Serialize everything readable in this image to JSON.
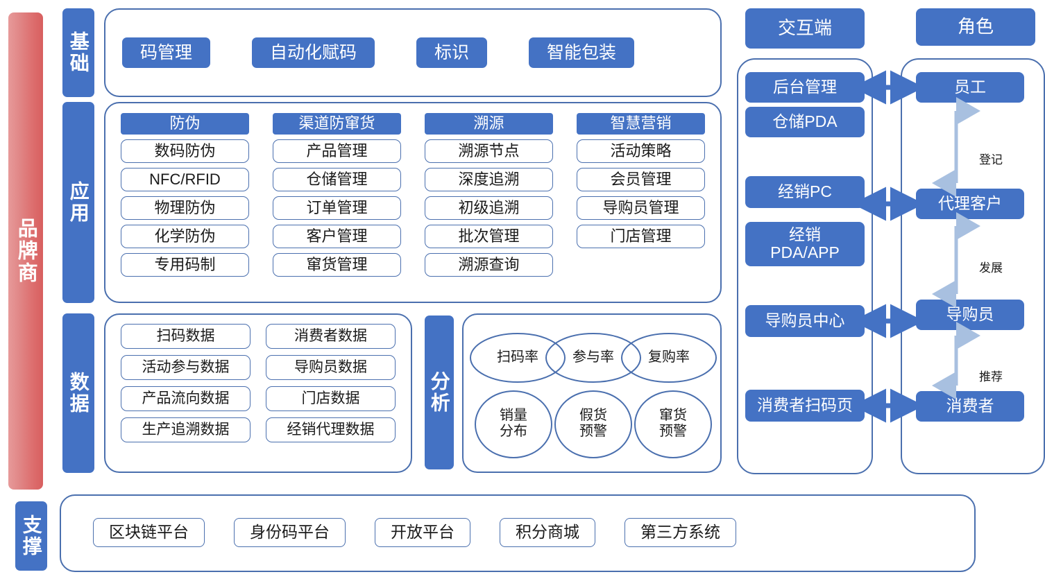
{
  "brand": {
    "label": "品牌商"
  },
  "tiers": {
    "basic": {
      "label": "基础"
    },
    "app": {
      "label": "应用"
    },
    "data": {
      "label": "数据"
    },
    "analysis": {
      "label": "分析"
    },
    "support": {
      "label": "支撑"
    }
  },
  "basic": {
    "items": [
      "码管理",
      "自动化赋码",
      "标识",
      "智能包装"
    ]
  },
  "application": {
    "columns": [
      {
        "head": "防伪",
        "items": [
          "数码防伪",
          "NFC/RFID",
          "物理防伪",
          "化学防伪",
          "专用码制"
        ]
      },
      {
        "head": "渠道防窜货",
        "items": [
          "产品管理",
          "仓储管理",
          "订单管理",
          "客户管理",
          "窜货管理"
        ]
      },
      {
        "head": "溯源",
        "items": [
          "溯源节点",
          "深度追溯",
          "初级追溯",
          "批次管理",
          "溯源查询"
        ]
      },
      {
        "head": "智慧营销",
        "items": [
          "活动策略",
          "会员管理",
          "导购员管理",
          "门店管理"
        ]
      }
    ]
  },
  "data": {
    "items": [
      "扫码数据",
      "消费者数据",
      "活动参与数据",
      "导购员数据",
      "产品流向数据",
      "门店数据",
      "生产追溯数据",
      "经销代理数据"
    ]
  },
  "analysis": {
    "top_ellipses": [
      "扫码率",
      "参与率",
      "复购率"
    ],
    "bottom_ellipses": [
      "销量\n分布",
      "假货\n预警",
      "窜货\n预警"
    ]
  },
  "terminals": {
    "head": "交互端",
    "items": [
      "后台管理",
      "仓储PDA",
      "经销PC",
      "经销\nPDA/APP",
      "导购员中心",
      "消费者扫码页"
    ]
  },
  "roles": {
    "head": "角色",
    "items": [
      "员工",
      "代理客户",
      "导购员",
      "消费者"
    ],
    "relations": [
      "登记",
      "发展",
      "推荐"
    ]
  },
  "support": {
    "items": [
      "区块链平台",
      "身份码平台",
      "开放平台",
      "积分商城",
      "第三方系统"
    ]
  },
  "colors": {
    "accent_blue": "#4472C4",
    "outline_blue": "#4a6fae",
    "brand_red": "#dd6e6e",
    "arrow_light": "#a8c0e0",
    "arrow_dark": "#4472C4"
  }
}
